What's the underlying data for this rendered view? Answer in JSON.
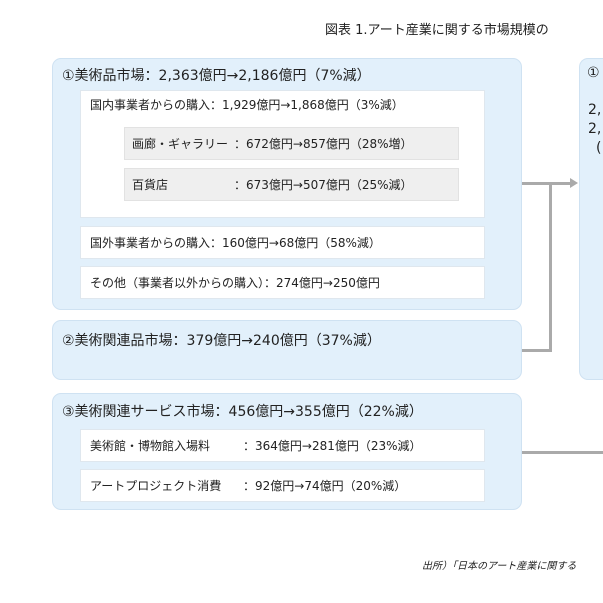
{
  "title": "図表 1.アート産業に関する市場規模の",
  "market1": {
    "title": "①美術品市場：2,363億円→2,186億円（7%減）",
    "domestic": "国内事業者からの購入：1,929億円→1,868億円（3%減）",
    "gallery_label": "画廊・ギャラリー",
    "gallery_value": "：672億円→857億円（28%増）",
    "dept_label": "百貨店",
    "dept_value": "：673億円→507億円（25%減）",
    "overseas": "国外事業者からの購入：160億円→68億円（58%減）",
    "other": "その他（事業者以外からの購入）：274億円→250億円"
  },
  "market2": {
    "title": "②美術関連品市場：379億円→240億円（37%減）"
  },
  "market3": {
    "title": "③美術関連サービス市場：456億円→355億円（22%減）",
    "museum_label": "美術館・博物館入場料",
    "museum_value": "：364億円→281億円（23%減）",
    "project_label": "アートプロジェクト消費",
    "project_value": "：92億円→74億円（20%減）"
  },
  "summary": {
    "line1": "①",
    "line2": "2,",
    "line3": "2,",
    "line4": "("
  },
  "source": "出所）「日本のアート産業に関する"
}
